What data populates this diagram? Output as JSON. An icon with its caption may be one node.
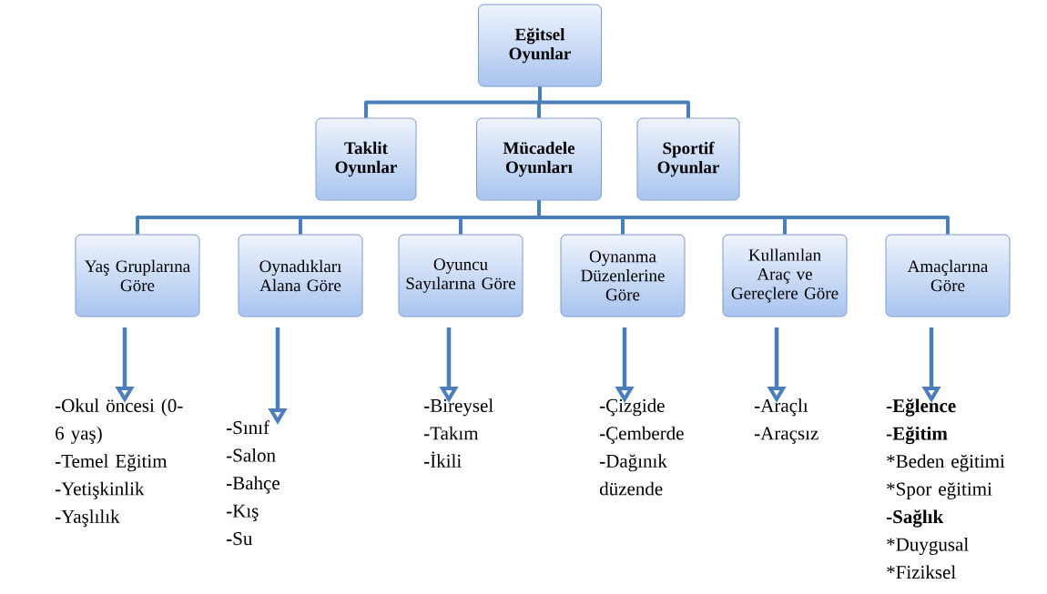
{
  "diagram": {
    "nodes": [
      {
        "text": [
          "Eğitsel Oyunlar"
        ]
      },
      {
        "text": [
          "Taklit Oyunlar"
        ]
      },
      {
        "text": [
          "Mücadele Oyunları"
        ]
      },
      {
        "text": [
          "Sportif Oyunlar"
        ]
      },
      {
        "text": [
          "Yaş Gruplarına Göre"
        ]
      },
      {
        "text": [
          "Oynadıkları Alana Göre"
        ]
      },
      {
        "text": [
          "Oyuncu Sayılarına Göre"
        ]
      },
      {
        "text": [
          "Oynanma Düzenlerine Göre"
        ]
      },
      {
        "text": [
          "Kullanılan Araç ve Gereçlere Göre"
        ]
      },
      {
        "text": [
          "Amaçlarına Göre"
        ]
      },
      {
        "text": [
          "**-**Okul öncesi (0-6 yaş)",
          "**-**Temel Eğitim",
          "**-**Yetişkinlik",
          "**-**Yaşlılık"
        ]
      },
      {
        "text": [
          "**-**Sınıf",
          "**-**Salon",
          "**-**Bahçe",
          "**-**Kış",
          "**-**Su"
        ]
      },
      {
        "text": [
          "**-**Bireysel",
          "**-**Takım",
          "**-**İkili"
        ]
      },
      {
        "text": [
          "**-**Çizgide",
          "**-**Çemberde",
          "**-**Dağınık düzende"
        ]
      },
      {
        "text": [
          "**-**Araçlı",
          "**-**Araçsız"
        ]
      },
      {
        "text": [
          "**-Eğlence**",
          "**-Eğitim**",
          "*Beden eğitimi",
          "*Spor eğitimi",
          "**-Sağlık**",
          "*Duygusal",
          "*Fiziksel"
        ]
      }
    ],
    "edges": [
      {
        "from": 0,
        "to": 1,
        "arrow": "none"
      },
      {
        "from": 0,
        "to": 2,
        "arrow": "none"
      },
      {
        "from": 0,
        "to": 3,
        "arrow": "none"
      },
      {
        "from": 2,
        "to": 4,
        "arrow": "none"
      },
      {
        "from": 2,
        "to": 5,
        "arrow": "none"
      },
      {
        "from": 2,
        "to": 6,
        "arrow": "none"
      },
      {
        "from": 2,
        "to": 7,
        "arrow": "none"
      },
      {
        "from": 2,
        "to": 8,
        "arrow": "none"
      },
      {
        "from": 2,
        "to": 9,
        "arrow": "none"
      },
      {
        "from": 4,
        "to": 10,
        "arrow": "to"
      },
      {
        "from": 5,
        "to": 11,
        "arrow": "to"
      },
      {
        "from": 6,
        "to": 12,
        "arrow": "to"
      },
      {
        "from": 7,
        "to": 13,
        "arrow": "to"
      },
      {
        "from": 8,
        "to": 14,
        "arrow": "to"
      },
      {
        "from": 9,
        "to": 15,
        "arrow": "to"
      }
    ]
  }
}
